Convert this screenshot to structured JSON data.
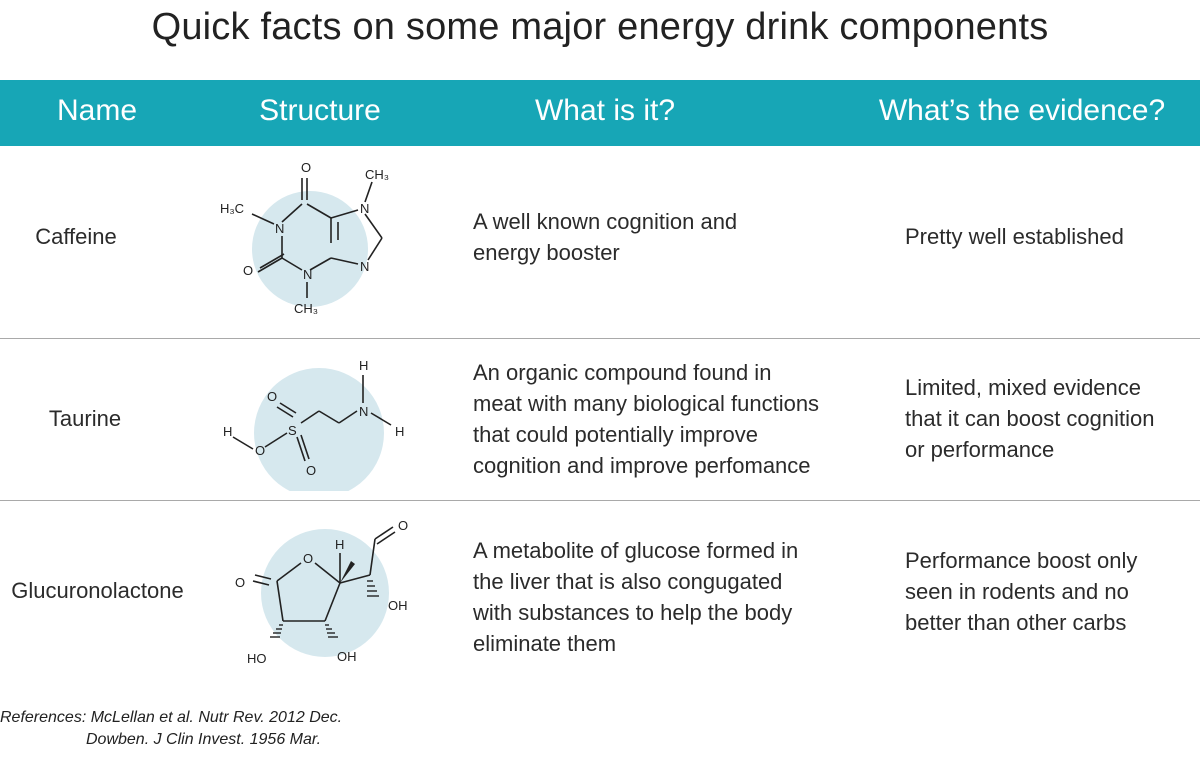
{
  "title": "Quick facts on some major energy drink components",
  "header": {
    "name": "Name",
    "structure": "Structure",
    "what": "What is it?",
    "evidence": "What’s the evidence?"
  },
  "rows": [
    {
      "name": "Caffeine",
      "what": [
        "A well known cognition and",
        "energy booster"
      ],
      "evidence": [
        "Pretty well established"
      ],
      "icon": "caffeine-molecule-icon"
    },
    {
      "name": "Taurine",
      "what": [
        "An organic compound found in",
        "meat with many biological functions",
        "that could potentially improve",
        "cognition and improve perfomance"
      ],
      "evidence": [
        "Limited, mixed evidence",
        "that it can boost cognition",
        "or performance"
      ],
      "icon": "taurine-molecule-icon"
    },
    {
      "name": "Glucuronolactone",
      "what": [
        "A metabolite of glucose formed in",
        "the liver that is also congugated",
        "with substances to help the body",
        "eliminate them"
      ],
      "evidence": [
        "Performance boost only",
        "seen in rodents and no",
        "better than other carbs"
      ],
      "icon": "glucuronolactone-molecule-icon"
    }
  ],
  "atoms": {
    "caffeine": {
      "o_top": "O",
      "ch3_top": "CH₃",
      "h3c": "H₃C",
      "n1": "N",
      "n7": "N",
      "n9": "N",
      "n3": "N",
      "o_left": "O",
      "ch3_bottom": "CH₃"
    },
    "taurine": {
      "h_top": "H",
      "n": "N",
      "h_right": "H",
      "h_left": "H",
      "o_left": "O",
      "s": "S",
      "o_top": "O",
      "o_bottom": "O"
    },
    "glucuronolactone": {
      "o_aldehyde": "O",
      "h": "H",
      "o_ring": "O",
      "o_carbonyl": "O",
      "oh_right": "OH",
      "ho_bottom": "HO",
      "oh_bottom": "OH"
    }
  },
  "references": {
    "line1": "References: McLellan et al. Nutr Rev. 2012 Dec.",
    "line2": "Dowben. J Clin Invest. 1956 Mar."
  },
  "colors": {
    "header_bg": "#17a6b6",
    "circle": "#d6e8ee",
    "divider": "#a9a9a9"
  }
}
